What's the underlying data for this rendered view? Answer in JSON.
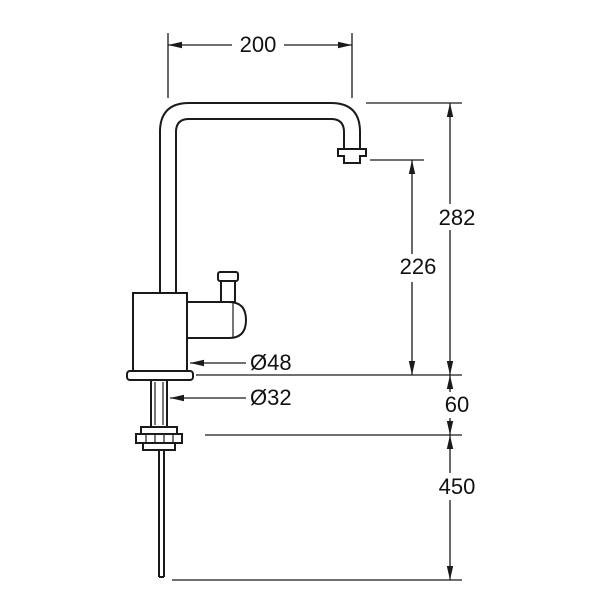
{
  "drawing": {
    "labels": {
      "width_top": "200",
      "height_total": "282",
      "height_spout_outlet": "226",
      "mount_depth": "60",
      "hose_length": "450",
      "body_diameter": "Ø48",
      "shank_diameter": "Ø32"
    },
    "colors": {
      "line": "#1a1a1a",
      "background": "#ffffff"
    }
  }
}
